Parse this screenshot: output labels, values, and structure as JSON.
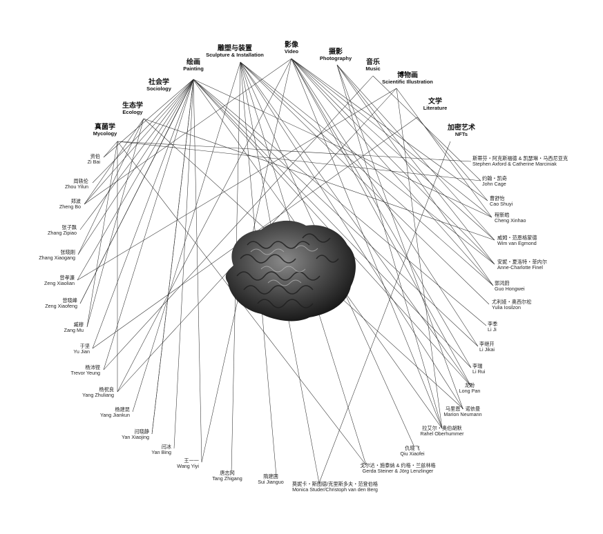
{
  "categories": [
    {
      "id": "mycology",
      "zh": "真菌学",
      "en": "Mycology"
    },
    {
      "id": "ecology",
      "zh": "生态学",
      "en": "Ecology"
    },
    {
      "id": "sociology",
      "zh": "社会学",
      "en": "Sociology"
    },
    {
      "id": "painting",
      "zh": "绘画",
      "en": "Painting"
    },
    {
      "id": "sculpture",
      "zh": "雕塑与装置",
      "en": "Sculpture & Installation"
    },
    {
      "id": "video",
      "zh": "影像",
      "en": "Video"
    },
    {
      "id": "photography",
      "zh": "摄影",
      "en": "Photography"
    },
    {
      "id": "music",
      "zh": "音乐",
      "en": "Music"
    },
    {
      "id": "sci",
      "zh": "博物画",
      "en": "Scientific Illustration"
    },
    {
      "id": "literature",
      "zh": "文学",
      "en": "Literature"
    },
    {
      "id": "nft",
      "zh": "加密艺术",
      "en": "NFTs"
    }
  ],
  "artists": [
    {
      "zh": "资伯",
      "en": "Zi Bai"
    },
    {
      "zh": "周轶伦",
      "en": "Zhou Yilun"
    },
    {
      "zh": "郑波",
      "en": "Zheng Bo"
    },
    {
      "zh": "张子飘",
      "en": "Zhang Zipiao"
    },
    {
      "zh": "张晓刚",
      "en": "Zhang Xiaogang"
    },
    {
      "zh": "曾孝濂",
      "en": "Zeng Xiaolian"
    },
    {
      "zh": "曾晓峰",
      "en": "Zeng Xiaofeng"
    },
    {
      "zh": "臧穆",
      "en": "Zang Mu"
    },
    {
      "zh": "于坚",
      "en": "Yu Jian"
    },
    {
      "zh": "杨沛铿",
      "en": "Trevor Yeung"
    },
    {
      "zh": "杨祝良",
      "en": "Yang Zhuliang"
    },
    {
      "zh": "杨建昆",
      "en": "Yang Jiankun"
    },
    {
      "zh": "闫晓静",
      "en": "Yan Xiaojing"
    },
    {
      "zh": "闫冰",
      "en": "Yan Bing"
    },
    {
      "zh": "王一一",
      "en": "Wang Yiyi"
    },
    {
      "zh": "唐志冈",
      "en": "Tang Zhigang"
    },
    {
      "zh": "隋建国",
      "en": "Sui Jianguo"
    },
    {
      "zh": "莫妮卡・斯图德/克里斯多夫・范登伯格",
      "en": "Monica Studer/Christoph van den Berg"
    },
    {
      "zh": "戈尔达・施泰纳 & 约格・兰兹林格",
      "en": "Gerda Steiner & Jörg Lenzlinger"
    },
    {
      "zh": "仇晓飞",
      "en": "Qiu Xiaofei"
    },
    {
      "zh": "拉艾尔・奥伯胡默",
      "en": "Rahel Oberhummer"
    },
    {
      "zh": "马里恩・诺依曼",
      "en": "Marion Neumann"
    },
    {
      "zh": "龙盼",
      "en": "Long Pan"
    },
    {
      "zh": "李瑞",
      "en": "Li Rui"
    },
    {
      "zh": "李继开",
      "en": "Li Jikai"
    },
    {
      "zh": "李季",
      "en": "Li Ji"
    },
    {
      "zh": "尤利娅・奥西尔松",
      "en": "Yulia Iosilzon"
    },
    {
      "zh": "郭鸿蔚",
      "en": "Guo Hongwei"
    },
    {
      "zh": "安妮・夏洛特・菲内尔",
      "en": "Anne-Charlotte Finel"
    },
    {
      "zh": "威姆・范恩格蒙德",
      "en": "Wim van Egmond"
    },
    {
      "zh": "程新皓",
      "en": "Cheng Xinhao"
    },
    {
      "zh": "曹舒怡",
      "en": "Cao Shuyi"
    },
    {
      "zh": "约翰・凯奇",
      "en": "John Cage"
    },
    {
      "zh": "斯蒂芬・阿克斯福德 & 凯瑟琳・马西尼亚克",
      "en": "Stephen Axford & Catherine Marciniak"
    }
  ],
  "links": [
    [
      0,
      0
    ],
    [
      0,
      7
    ],
    [
      0,
      10
    ],
    [
      0,
      18
    ],
    [
      0,
      32
    ],
    [
      0,
      33
    ],
    [
      1,
      2
    ],
    [
      1,
      7
    ],
    [
      1,
      4
    ],
    [
      1,
      21
    ],
    [
      1,
      29
    ],
    [
      2,
      2
    ],
    [
      2,
      6
    ],
    [
      2,
      12
    ],
    [
      2,
      14
    ],
    [
      2,
      20
    ],
    [
      3,
      0
    ],
    [
      3,
      1
    ],
    [
      3,
      3
    ],
    [
      3,
      4
    ],
    [
      3,
      5
    ],
    [
      3,
      6
    ],
    [
      3,
      8
    ],
    [
      3,
      9
    ],
    [
      3,
      12
    ],
    [
      3,
      13
    ],
    [
      3,
      22
    ],
    [
      3,
      23
    ],
    [
      3,
      24
    ],
    [
      3,
      25
    ],
    [
      3,
      30
    ],
    [
      4,
      11
    ],
    [
      4,
      15
    ],
    [
      4,
      16
    ],
    [
      4,
      17
    ],
    [
      4,
      18
    ],
    [
      4,
      19
    ],
    [
      4,
      21
    ],
    [
      4,
      22
    ],
    [
      4,
      26
    ],
    [
      4,
      27
    ],
    [
      4,
      28
    ],
    [
      5,
      2
    ],
    [
      5,
      10
    ],
    [
      5,
      14
    ],
    [
      5,
      20
    ],
    [
      5,
      22
    ],
    [
      5,
      23
    ],
    [
      5,
      24
    ],
    [
      5,
      27
    ],
    [
      5,
      28
    ],
    [
      5,
      29
    ],
    [
      5,
      30
    ],
    [
      5,
      31
    ],
    [
      6,
      20
    ],
    [
      6,
      21
    ],
    [
      6,
      27
    ],
    [
      6,
      28
    ],
    [
      6,
      29
    ],
    [
      7,
      32
    ],
    [
      7,
      9
    ],
    [
      8,
      5
    ],
    [
      8,
      10
    ],
    [
      8,
      20
    ],
    [
      8,
      30
    ],
    [
      9,
      8
    ],
    [
      9,
      31
    ],
    [
      10,
      17
    ]
  ],
  "colors": {
    "line": "#2a2a2a",
    "text": "#111111",
    "background": "#ffffff"
  }
}
